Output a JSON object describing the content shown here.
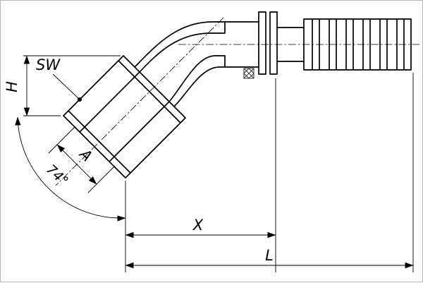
{
  "drawing": {
    "labels": {
      "wrench_size": "SW",
      "height": "H",
      "seat": "A",
      "cone_angle": "74°",
      "length_x": "X",
      "length_total": "L"
    },
    "colors": {
      "line": "#000000",
      "background": "#ffffff",
      "frame": "#b5b5b5"
    }
  }
}
